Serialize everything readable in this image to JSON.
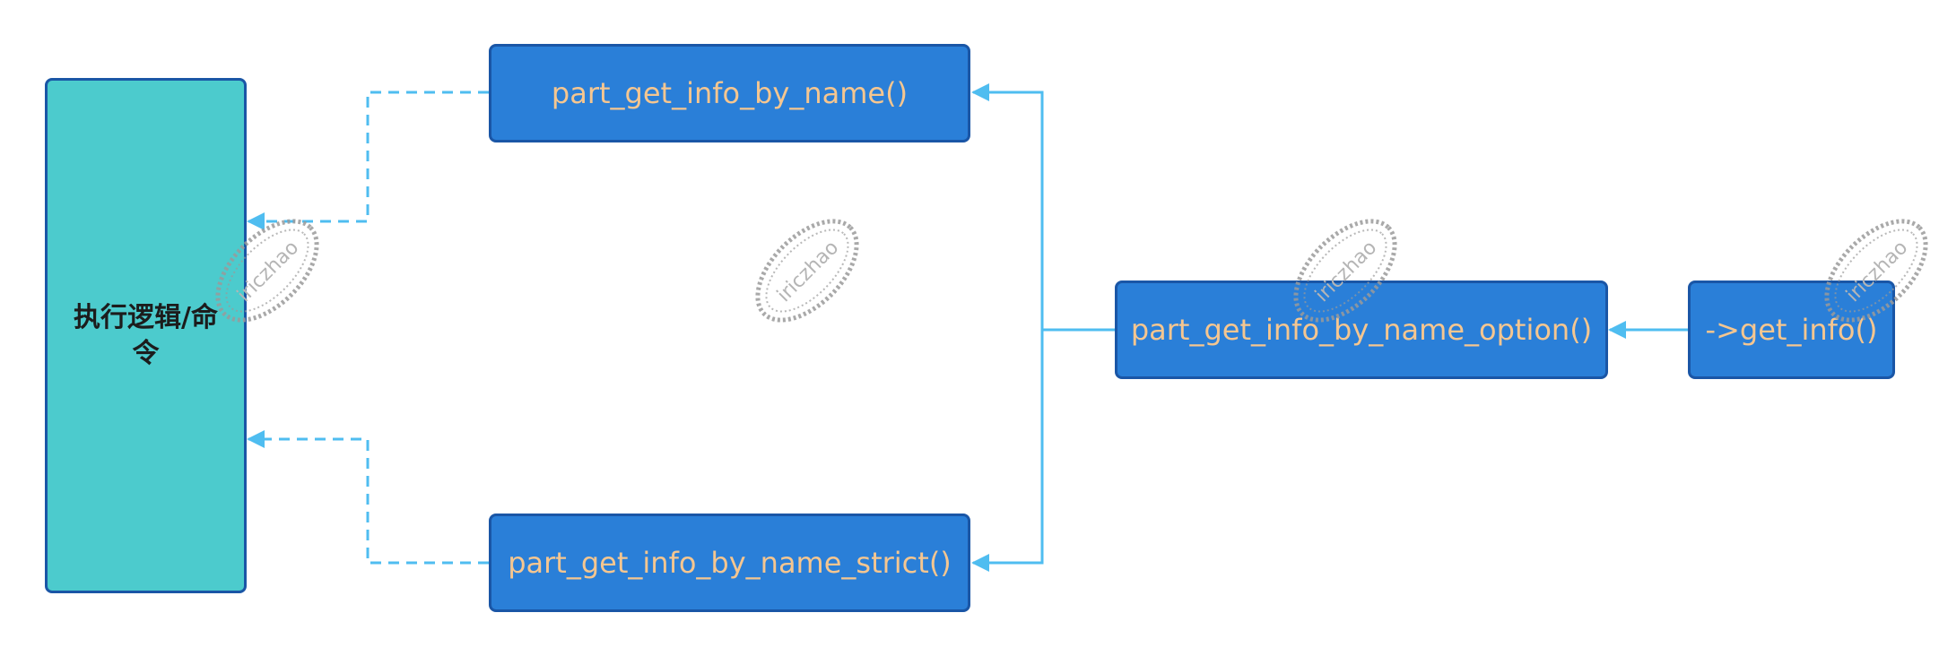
{
  "nodes": {
    "exec": "执行逻辑/命令",
    "by_name": "part_get_info_by_name()",
    "by_name_strict": "part_get_info_by_name_strict()",
    "by_name_option": "part_get_info_by_name_option()",
    "get_info": "->get_info()"
  },
  "watermark": "iriczhao",
  "colors": {
    "fn_fill": "#2a7fd8",
    "fn_border": "#1a56a6",
    "fn_text": "#f5c690",
    "exec_fill": "#4ccbcd",
    "edge": "#4fbdf0",
    "watermark": "#b5b5b5"
  }
}
